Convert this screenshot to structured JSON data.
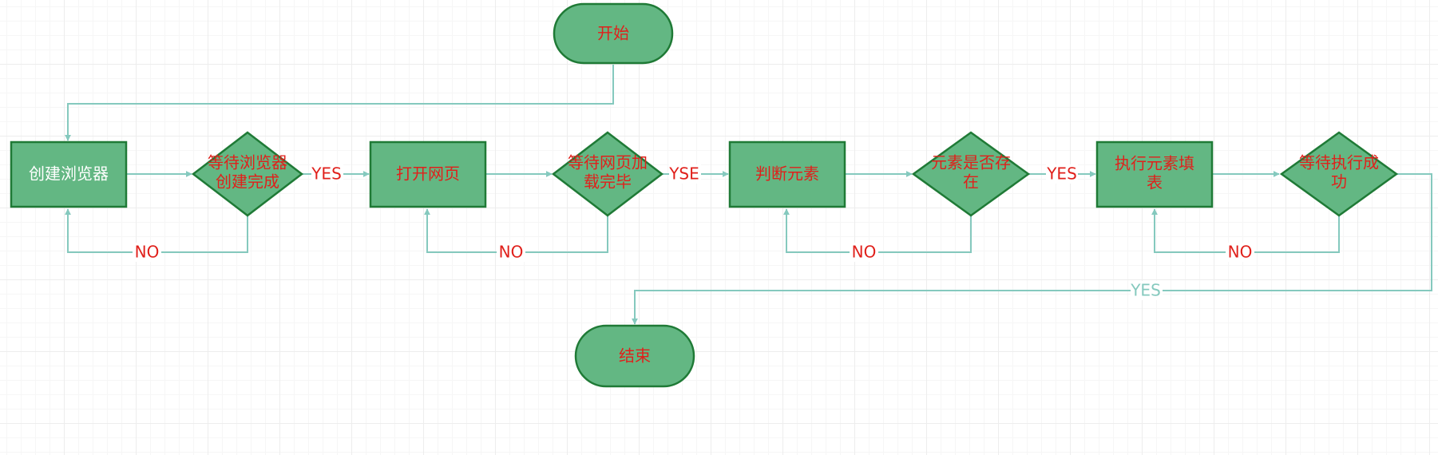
{
  "colors": {
    "node_fill": "#63b783",
    "node_stroke": "#1f7a36",
    "edge": "#85c9be",
    "label_red": "#e0201b",
    "label_white": "#ffffff",
    "label_teal": "#85c9be"
  },
  "nodes": {
    "start": {
      "text": "开始",
      "shape": "terminal"
    },
    "create_browser": {
      "text": "创建浏览器",
      "shape": "process"
    },
    "wait_browser": {
      "line1": "等待浏览器",
      "line2": "创建完成",
      "shape": "decision"
    },
    "open_page": {
      "text": "打开网页",
      "shape": "process"
    },
    "wait_page": {
      "line1": "等待网页加",
      "line2": "载完毕",
      "shape": "decision"
    },
    "check_element": {
      "text": "判断元素",
      "shape": "process"
    },
    "element_exists": {
      "line1": "元素是否存",
      "line2": "在",
      "shape": "decision"
    },
    "fill_form": {
      "line1": "执行元素填",
      "line2": "表",
      "shape": "process"
    },
    "wait_exec": {
      "line1": "等待执行成",
      "line2": "功",
      "shape": "decision"
    },
    "end": {
      "text": "结束",
      "shape": "terminal"
    }
  },
  "edges": {
    "yes1": "YES",
    "no1": "NO",
    "yse2": "YSE",
    "no2": "NO",
    "yes3": "YES",
    "no3": "NO",
    "no4": "NO",
    "yes_end": "YES"
  }
}
